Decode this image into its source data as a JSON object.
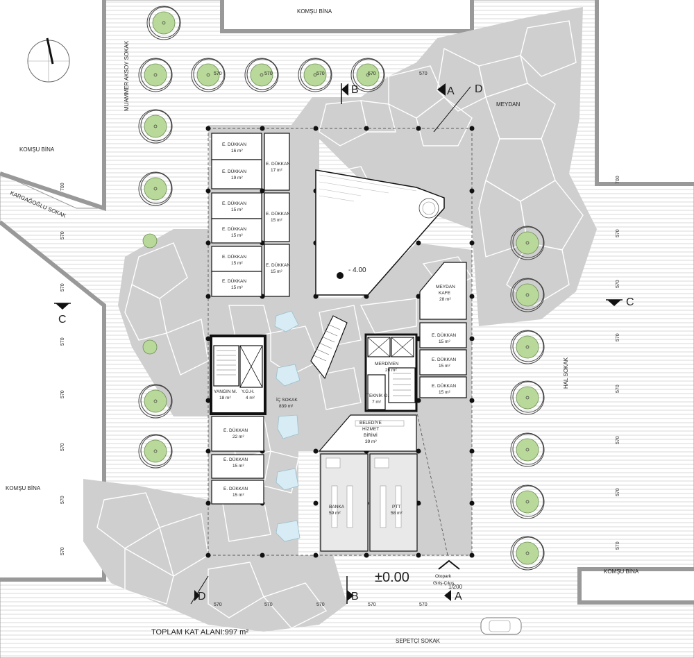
{
  "streets": {
    "muammer_aksoy": "MUAMMER AKSOY SOKAK",
    "kargagoglu": "KARGAĞOĞLU SOKAK",
    "hal": "HAL SOKAK",
    "sepetci": "SEPETÇİ SOKAK"
  },
  "neighbors": {
    "top": "KOMŞU BİNA",
    "left_upper": "KOMŞU BİNA",
    "left_lower": "KOMŞU BİNA",
    "right_lower": "KOMŞU BİNA"
  },
  "meydan": "MEYDAN",
  "section_marks": {
    "a": "A",
    "b": "B",
    "c": "C",
    "d": "D"
  },
  "rooms": {
    "dukkan_name": "E. DÜKKAN",
    "left_block": [
      {
        "area": "16 m²"
      },
      {
        "area": "19 m²"
      },
      {
        "area": "15 m²"
      },
      {
        "area": "15 m²"
      },
      {
        "area": "15 m²"
      },
      {
        "area": "15 m²"
      }
    ],
    "middle_block": [
      {
        "area": "17 m²"
      },
      {
        "area": "15 m²"
      },
      {
        "area": "15 m²"
      }
    ],
    "lower_left": [
      {
        "area": "22 m²"
      },
      {
        "area": "15 m²"
      },
      {
        "area": "15 m²"
      }
    ],
    "right_block": [
      {
        "area": "15 m²"
      },
      {
        "area": "15 m²"
      },
      {
        "area": "15 m²"
      }
    ],
    "yangin": {
      "name": "YANGIN M.",
      "area": "18 m²"
    },
    "ygh": {
      "name": "Y.G.H.",
      "area": "4 m²"
    },
    "ic_sokak": {
      "name": "İÇ SOKAK",
      "area": "839 m²"
    },
    "merdiven": {
      "name": "MERDİVEN",
      "area": "26 m²"
    },
    "teknik": {
      "name": "TEKNİK O.",
      "area": "7 m²"
    },
    "meydan_kafe": {
      "name1": "MEYDAN",
      "name2": "KAFE",
      "area": "28 m²"
    },
    "belediye": {
      "name1": "BELEDİYE",
      "name2": "HİZMET",
      "name3": "BİRİMİ",
      "area": "39 m²"
    },
    "banka": {
      "name": "BANKA",
      "area": "59 m²"
    },
    "ptt": {
      "name": "PTT",
      "area": "58 m²"
    }
  },
  "level_mark": "- 4.00",
  "floor_level": "±0.00",
  "scale": "1/200",
  "otopark_1": "Otopark",
  "otopark_2": "Giriş-Çıkış",
  "total_area": "TOPLAM KAT ALANI:997 m²",
  "dims": {
    "v570": "570",
    "v700": "700"
  },
  "colors": {
    "paving": "#d5d5d5",
    "tree": "#b9d99a",
    "walls": "#111111",
    "pool": "#d7ecf4"
  }
}
